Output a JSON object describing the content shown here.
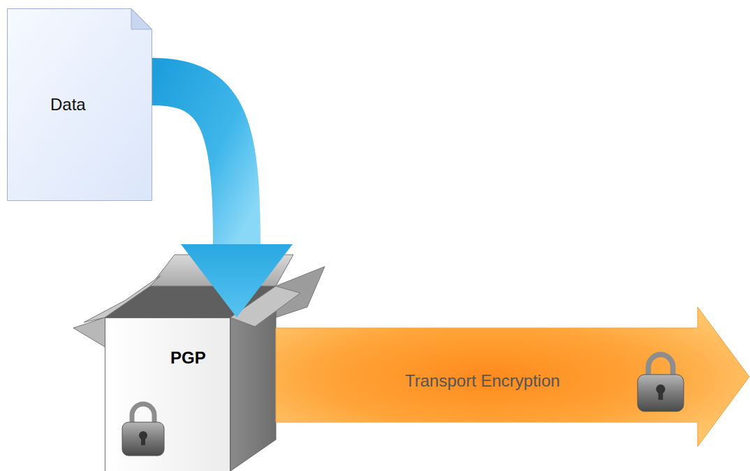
{
  "diagram": {
    "nodes": [
      {
        "text": [
          "Data"
        ]
      },
      {
        "text": [
          "PGP"
        ]
      },
      {
        "text": [
          "Transport Encryption"
        ]
      }
    ],
    "edges": [
      {
        "from": 0,
        "to": 1,
        "arrow": "to"
      }
    ]
  }
}
